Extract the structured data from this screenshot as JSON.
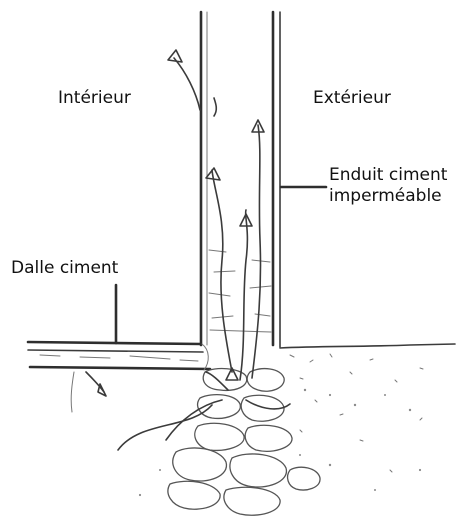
{
  "labels": {
    "interior": "Intérieur",
    "exterior": "Extérieur",
    "render_line1": "Enduit ciment",
    "render_line2": "imperméable",
    "slab": "Dalle ciment"
  },
  "colors": {
    "ink": "#2e2e2e",
    "pencil": "#777777",
    "background": "#ffffff"
  },
  "icons": {
    "arrow": "moisture-arrow-icon"
  }
}
